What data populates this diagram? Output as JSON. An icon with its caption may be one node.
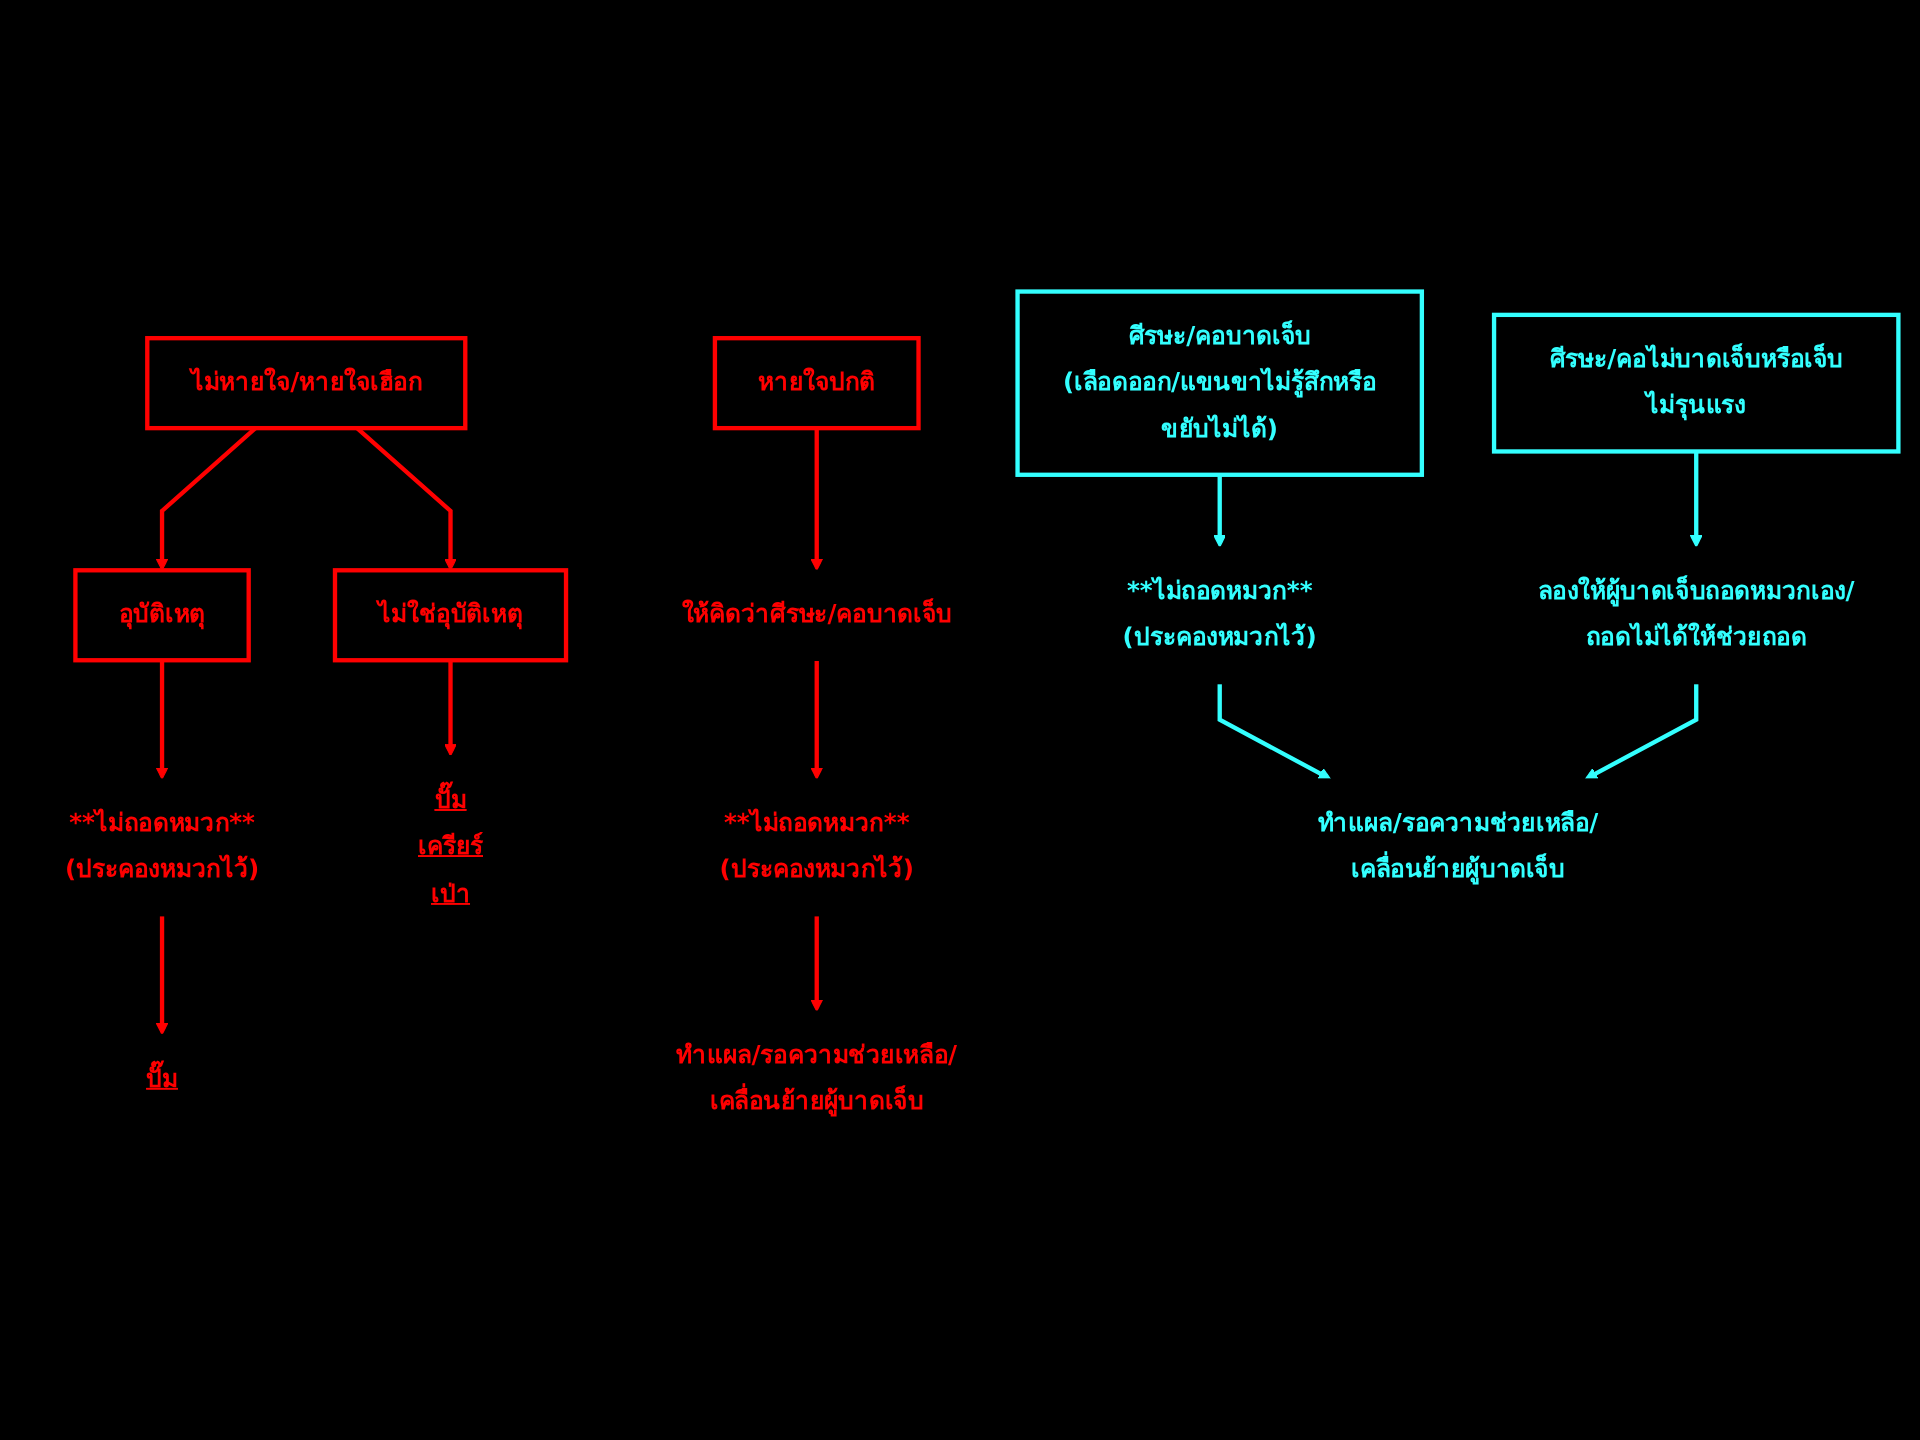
{
  "diagram": {
    "nodes": [
      {
        "text": [
          "ไม่หายใจ/หายใจเฮือก"
        ]
      },
      {
        "text": [
          "อุบัติเหตุ"
        ]
      },
      {
        "text": [
          "ไม่ใช่อุบัติเหตุ"
        ]
      },
      {
        "text": [
          "**ไม่ถอดหมวก**",
          "(ประคองหมวกไว้)"
        ]
      },
      {
        "text": [
          "ปั๊ม"
        ]
      },
      {
        "text": [
          "ปั๊ม",
          "เครียร์",
          "เป่า"
        ]
      },
      {
        "text": [
          "หายใจปกติ"
        ]
      },
      {
        "text": [
          "ให้คิดว่าศีรษะ/คอบาดเจ็บ"
        ]
      },
      {
        "text": [
          "**ไม่ถอดหมวก**",
          "(ประคองหมวกไว้)"
        ]
      },
      {
        "text": [
          "ทำแผล/รอความช่วยเหลือ/เคลื่อนย้ายผู้บาดเจ็บ"
        ]
      },
      {
        "text": [
          "ศีรษะ/คอบาดเจ็บ",
          "(เลือดออก/แขนขาไม่รู้สึกหรือขยับไม่ได้)"
        ]
      },
      {
        "text": [
          "ศีรษะ/คอไม่บาดเจ็บหรือเจ็บไม่รุนแรง"
        ]
      },
      {
        "text": [
          "**ไม่ถอดหมวก**",
          "(ประคองหมวกไว้)"
        ]
      },
      {
        "text": [
          "ลองให้ผู้บาดเจ็บถอดหมวกเอง/ถอดไม่ได้ให้ช่วยถอด"
        ]
      },
      {
        "text": [
          "ทำแผล/รอความช่วยเหลือ/เคลื่อนย้ายผู้บาดเจ็บ"
        ]
      }
    ],
    "edges": [
      {
        "from": 0,
        "to": 1,
        "arrow": "to"
      },
      {
        "from": 0,
        "to": 2,
        "arrow": "to"
      },
      {
        "from": 1,
        "to": 3,
        "arrow": "to"
      },
      {
        "from": 2,
        "to": 5,
        "arrow": "to"
      },
      {
        "from": 3,
        "to": 4,
        "arrow": "to"
      },
      {
        "from": 6,
        "to": 7,
        "arrow": "to"
      },
      {
        "from": 7,
        "to": 8,
        "arrow": "to"
      },
      {
        "from": 8,
        "to": 9,
        "arrow": "to"
      },
      {
        "from": 10,
        "to": 12,
        "arrow": "to",
        "color": "#33ffff"
      },
      {
        "from": 11,
        "to": 13,
        "arrow": "to",
        "color": "#33ffff"
      },
      {
        "from": 12,
        "to": 14,
        "arrow": "to",
        "color": "#33ffff"
      },
      {
        "from": 13,
        "to": 14,
        "arrow": "to",
        "color": "#33ffff"
      }
    ]
  }
}
